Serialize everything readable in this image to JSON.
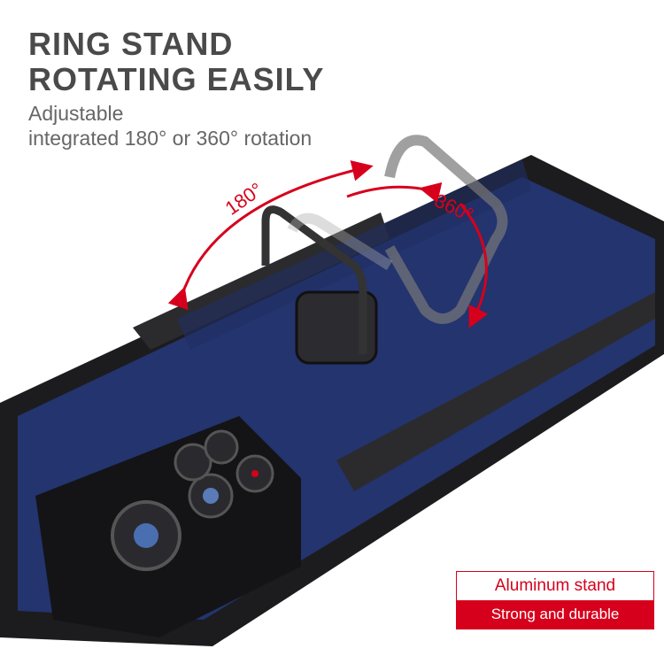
{
  "headline": {
    "line1": "RING STAND",
    "line2": "ROTATING EASILY"
  },
  "subtitle": {
    "line1": "Adjustable",
    "line2": "integrated 180° or 360° rotation"
  },
  "annotations": {
    "angle_a": "180°",
    "angle_b": "360°"
  },
  "badge": {
    "top": "Aluminum stand",
    "bottom": "Strong and durable"
  },
  "colors": {
    "accent": "#d6001c",
    "case": "#23346e",
    "bumper": "#1c1c1e",
    "text": "#4a4a4a"
  }
}
